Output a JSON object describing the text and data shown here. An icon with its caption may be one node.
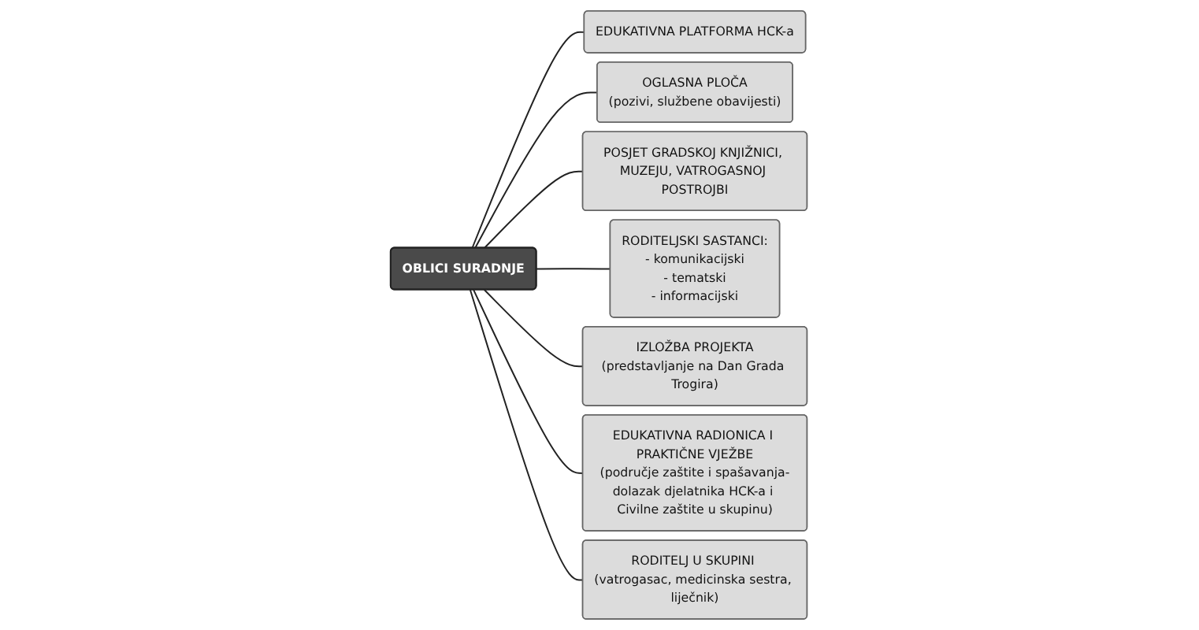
{
  "diagram": {
    "nodes": [
      {
        "text": [
          "OBLICI SURADNJE"
        ]
      },
      {
        "text": [
          "EDUKATIVNA PLATFORMA HCK-a"
        ]
      },
      {
        "text": [
          "OGLASNA PLOČA",
          "(pozivi, službene obavijesti)"
        ]
      },
      {
        "text": [
          "POSJET GRADSKOJ KNJIŽNICI, MUZEJU, VATROGASNOJ POSTROJBI"
        ]
      },
      {
        "text": [
          "RODITELJSKI SASTANCI:",
          "- komunikacijski",
          "- tematski",
          "- informacijski"
        ]
      },
      {
        "text": [
          "IZLOŽBA PROJEKTA",
          "(predstavljanje na Dan Grada Trogira)"
        ]
      },
      {
        "text": [
          "EDUKATIVNA RADIONICA I PRAKTIČNE VJEŽBE",
          "(područje zaštite i spašavanja-dolazak djelatnika HCK-a i Civilne zaštite u skupinu)"
        ]
      },
      {
        "text": [
          "RODITELJ U SKUPINI (vatrogasac, medicinska sestra, liječnik)"
        ]
      }
    ],
    "edges": [
      {
        "from": 0,
        "to": 1,
        "arrow": "none"
      },
      {
        "from": 0,
        "to": 2,
        "arrow": "none"
      },
      {
        "from": 0,
        "to": 3,
        "arrow": "none"
      },
      {
        "from": 0,
        "to": 4,
        "arrow": "none"
      },
      {
        "from": 0,
        "to": 5,
        "arrow": "none"
      },
      {
        "from": 0,
        "to": 6,
        "arrow": "none"
      },
      {
        "from": 0,
        "to": 7,
        "arrow": "none"
      }
    ]
  }
}
